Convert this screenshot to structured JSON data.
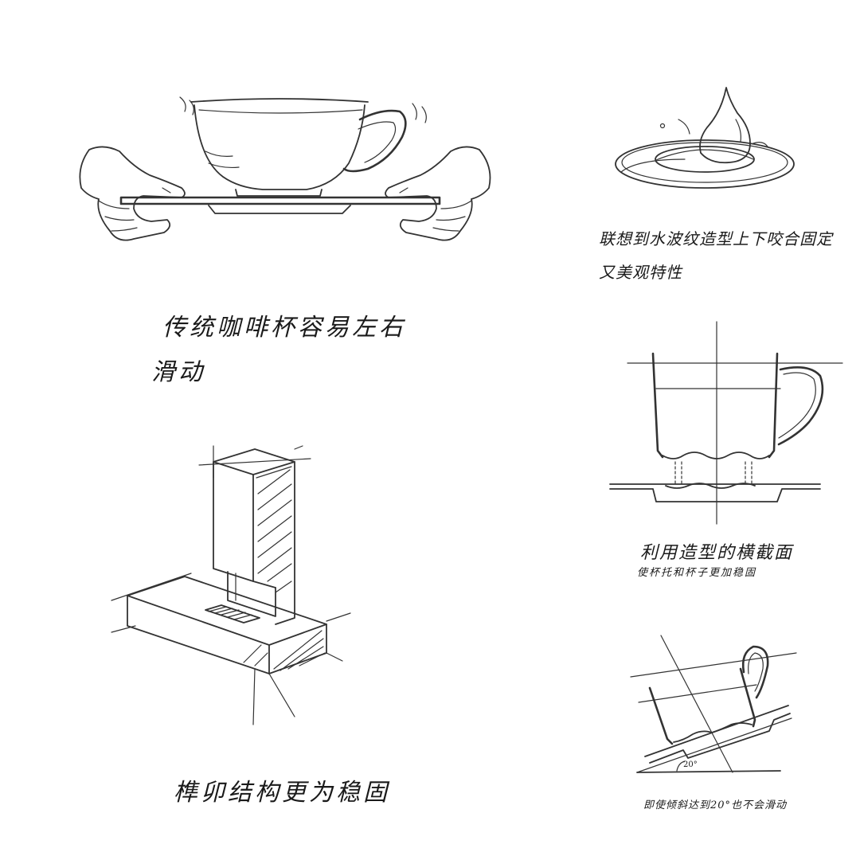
{
  "captions": {
    "panel1_line1": "传统咖啡杯容易左右",
    "panel1_line2": "滑动",
    "panel2_line1": "联想到水波纹造型上下咬合固定",
    "panel2_line2": "又美观特性",
    "panel3": "榫卯结构更为稳固",
    "panel4_line1": "利用造型的横截面",
    "panel4_line2": "使杯托和杯子更加稳固",
    "panel5_label": "20°",
    "panel5": "即使倾斜达到20°也不会滑动"
  },
  "icons": [
    "hands-holding-cup-sketch",
    "water-drop-saucer-sketch",
    "mortise-tenon-joint-sketch",
    "cup-cross-section-sketch",
    "tilted-cup-sketch"
  ]
}
